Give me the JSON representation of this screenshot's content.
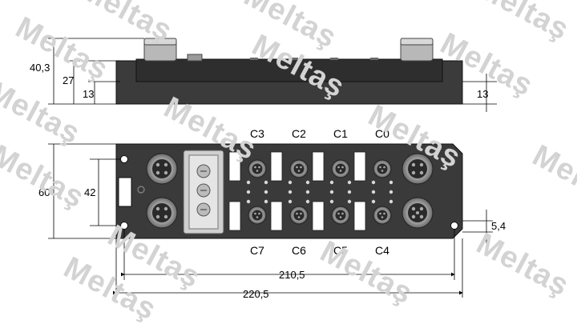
{
  "watermark": "Meltaş",
  "colors": {
    "housing": "#3a3a3a",
    "housing_dark": "#222222",
    "line": "#000000",
    "watermark": "#d3d3d3"
  },
  "side_view": {
    "dim_total_height": "40,3",
    "dim_body_height": "27",
    "dim_left_step": "13",
    "dim_right_step": "13"
  },
  "top_view": {
    "dim_height": "60",
    "dim_inner_height": "42",
    "dim_hole_offset": "5,4",
    "dim_hole_spacing": "210,5",
    "dim_total_length": "220,5",
    "connectors_top": [
      "C3",
      "C2",
      "C1",
      "C0"
    ],
    "connectors_bottom": [
      "C7",
      "C6",
      "C5",
      "C4"
    ]
  }
}
